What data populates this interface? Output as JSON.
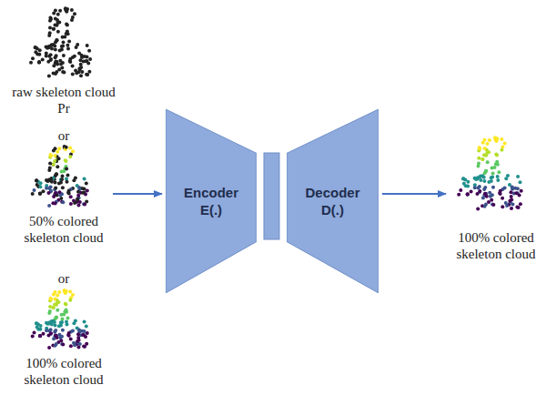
{
  "diagram": {
    "nodes": [
      {
        "text": [
          "Encoder E(.)"
        ]
      },
      {
        "text": [
          "Decoder D(.)"
        ]
      }
    ],
    "labels": [
      "raw skeleton cloud Pr",
      "or",
      "50% colored skeleton cloud",
      "or",
      "100% colored skeleton cloud",
      "100% colored skeleton cloud"
    ]
  }
}
